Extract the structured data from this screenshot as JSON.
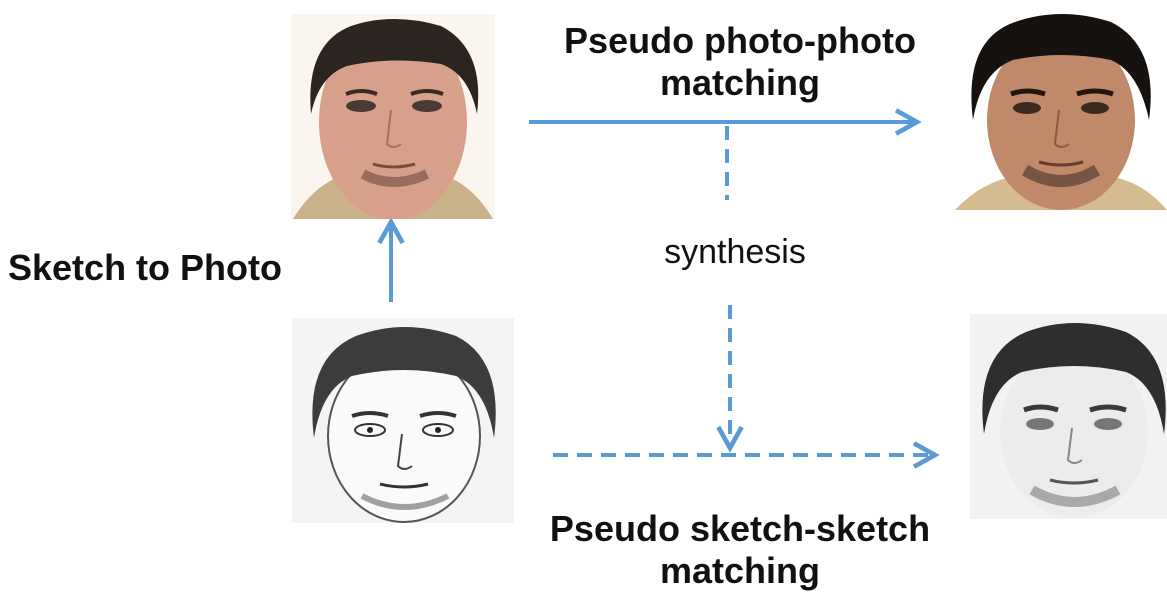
{
  "labels": {
    "top_line1": "Pseudo photo-photo",
    "top_line2": "matching",
    "bottom_line1": "Pseudo sketch-sketch",
    "bottom_line2": "matching",
    "left": "Sketch to Photo",
    "middle": "synthesis"
  },
  "colors": {
    "arrow": "#5b9bd5",
    "text": "#111111"
  },
  "images": {
    "synthesized_photo": "synthesized-face-photo",
    "real_photo": "real-face-photo",
    "input_sketch": "face-sketch",
    "synthesized_sketch": "synthesized-face-sketch"
  }
}
